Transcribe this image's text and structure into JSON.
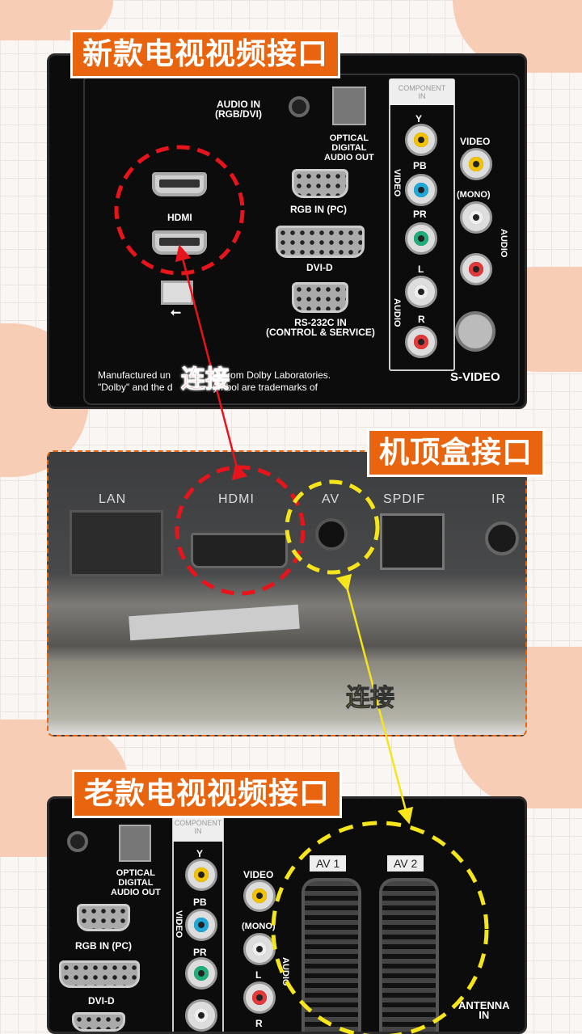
{
  "sections": {
    "new_tv": {
      "title": "新款电视视频接口",
      "labels": {
        "audio_in": "AUDIO IN\n(RGB/DVI)",
        "optical": "OPTICAL\nDIGITAL\nAUDIO OUT",
        "component_in": "COMPONENT\nIN",
        "y": "Y",
        "pb": "PB",
        "pr": "PR",
        "video_vertical": "VIDEO",
        "audio_vertical": "AUDIO",
        "l": "L",
        "r": "R",
        "video": "VIDEO",
        "mono": "(MONO)",
        "audio_side": "AUDIO",
        "hdmi": "HDMI",
        "rgb_in": "RGB IN (PC)",
        "dvi_d": "DVI-D",
        "rs232": "RS-232C IN\n(CONTROL & SERVICE)",
        "s_video": "S-VIDEO",
        "dolby_notice_1": "Manufactured un",
        "dolby_notice_1b": "rom Dolby Laboratories.",
        "dolby_notice_2": "\"Dolby\" and the d",
        "dolby_notice_2b": "ymbol are trademarks of"
      }
    },
    "set_top_box": {
      "title": "机顶盒接口",
      "labels": {
        "lan": "LAN",
        "hdmi": "HDMI",
        "av": "AV",
        "spdif": "SPDIF",
        "ir": "IR"
      }
    },
    "old_tv": {
      "title": "老款电视视频接口",
      "labels": {
        "optical": "OPTICAL\nDIGITAL\nAUDIO OUT",
        "component_in": "COMPONENT\nIN",
        "y": "Y",
        "pb": "PB",
        "pr": "PR",
        "video_vertical": "VIDEO",
        "video": "VIDEO",
        "mono": "(MONO)",
        "audio": "AUDIO",
        "l": "L",
        "r": "R",
        "av1": "AV 1",
        "av2": "AV 2",
        "rgb_in": "RGB IN (PC)",
        "dvi_d": "DVI-D",
        "antenna": "ANTENNA\nIN"
      }
    }
  },
  "connections": {
    "hdmi_link": {
      "label": "连接",
      "color": "#e8141b"
    },
    "av_link": {
      "label": "连接",
      "color": "#f5e51a"
    }
  },
  "colors": {
    "accent": "#e8640f",
    "red": "#e8141b",
    "yellow": "#f5e51a"
  }
}
